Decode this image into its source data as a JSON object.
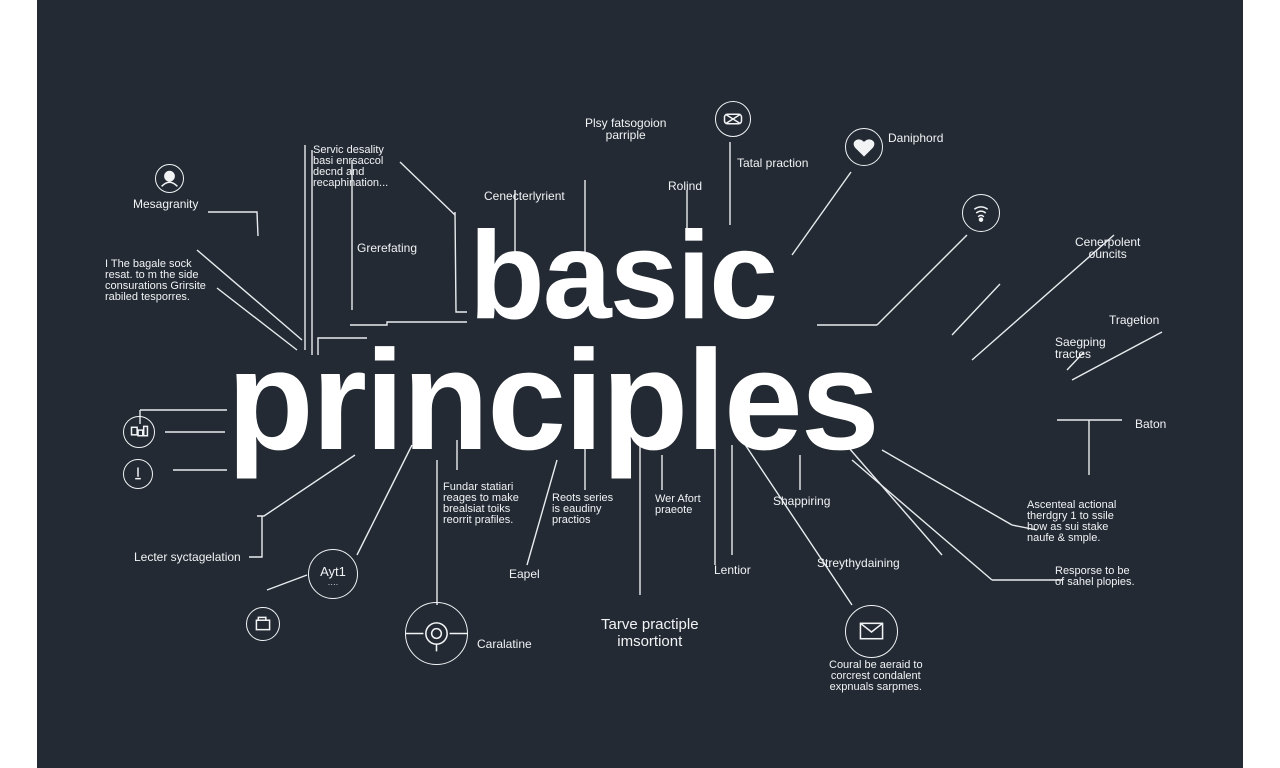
{
  "title": {
    "line1": "basic",
    "line2": "principles"
  },
  "labels": {
    "messagranity": "Mesagranity",
    "servic_description": "Servic desality\nbasi enrsaccol\ndecnd and\nrecaphination...",
    "the_bagale": "I The bagale sock\nresat. to m the side\nconsurations Grirsite\nrabiled tesporres.",
    "grerefating": "Grerefating",
    "cenectterly": "Cenecterlyrient",
    "play_principle": "Plsy fatsogoion\nparriple",
    "rolind": "Rolind",
    "tatal_practice": "Tatal praction",
    "daniphord": "Daniphord",
    "cenerpolent": "Cenerpolent\nouncits",
    "tragetion": "Tragetion",
    "saeging": "Saegping\ntractes",
    "baton": "Baton",
    "fundar": "Fundar statiari\nreages to make\nbrealsiat toiks\nreorrit prafiles.",
    "reocts": "Reots series\nis eaudiny\npractios",
    "weraford": "Wer Afort\npraeote",
    "shappiring": "Shappiring",
    "ascentoal": "Ascenteal actional\ntherdgry 1 to ssile\nhow as sui stake\nnaufe & smple.",
    "lecter": "Lecter syctagelation",
    "eapel": "Eapel",
    "lention": "Lentior",
    "streythy": "Streythydaining",
    "response": "Resporse to be\nof sahel plopies.",
    "tarve": "Tarve practiple\nimsortiont",
    "caralatine": "Caralatine",
    "coural": "Coural be aeraid to\ncorcrest condalent\nexpnuals sarpmes."
  },
  "icons": {
    "people": "people-icon",
    "mask": "mask-icon",
    "heart": "heart-icon",
    "wifi": "wifi-icon",
    "blocks": "blocks-icon",
    "timer": "timer-icon",
    "bag": "bag-icon",
    "mail": "mail-icon",
    "target": "target-icon",
    "badge": "badge-icon"
  },
  "badge": {
    "text": "Ayt1",
    "sub": "····"
  },
  "colors": {
    "background": "#232a33",
    "foreground": "#f1f3f5",
    "frame": "#ffffff"
  }
}
